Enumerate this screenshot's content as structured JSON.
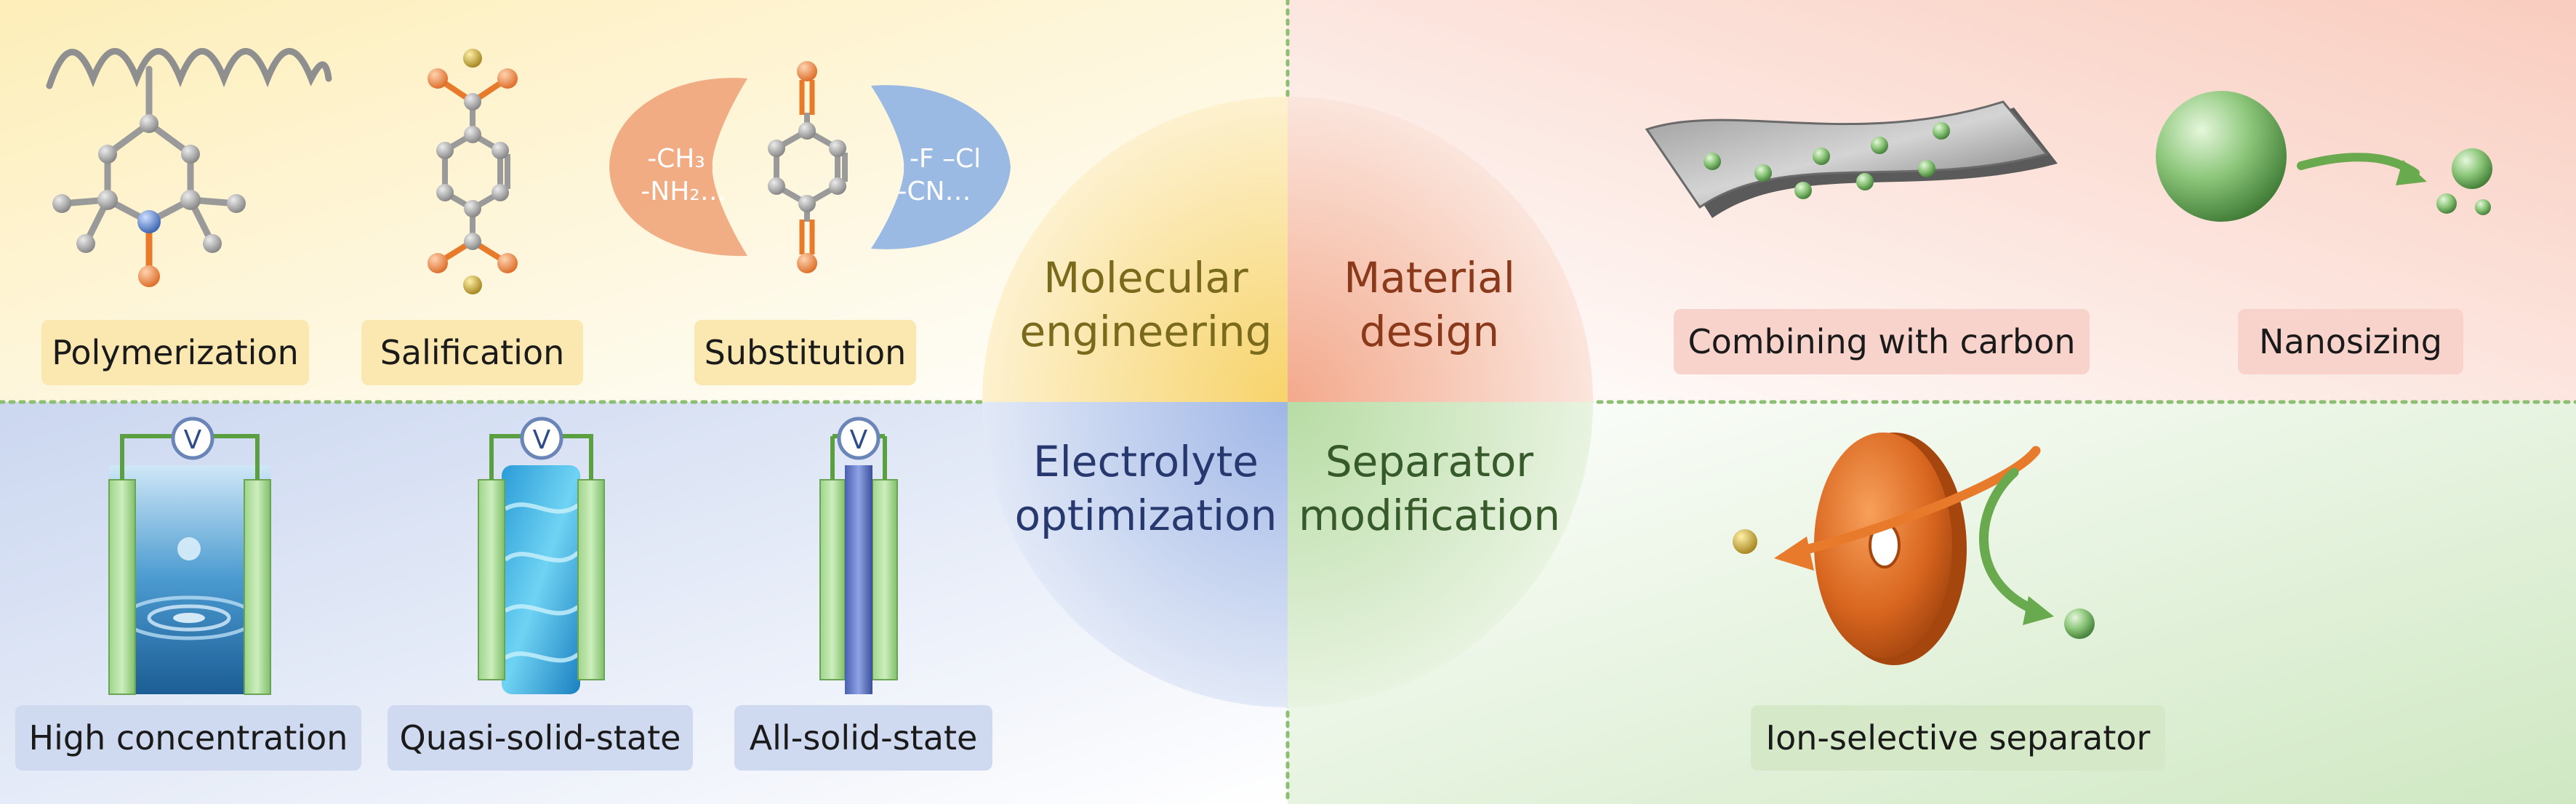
{
  "center": {
    "molecular": {
      "line1": "Molecular",
      "line2": "engineering",
      "color": "#7a6a1c"
    },
    "material": {
      "line1": "Material",
      "line2": "design",
      "color": "#8a3a1a"
    },
    "electrolyte": {
      "line1": "Electrolyte",
      "line2": "optimization",
      "color": "#26386e"
    },
    "separator": {
      "line1": "Separator",
      "line2": "modification",
      "color": "#365a2a"
    }
  },
  "labels": {
    "polymerization": "Polymerization",
    "salification": "Salification",
    "substitution": "Substitution",
    "combining_carbon": "Combining with carbon",
    "nanosizing": "Nanosizing",
    "high_concentration": "High concentration",
    "quasi_solid": "Quasi-solid-state",
    "all_solid": "All-solid-state",
    "ion_selective": "Ion-selective separator"
  },
  "substituents": {
    "left_line1": "-CH₃",
    "left_line2": "-NH₂…",
    "right_line1": "-F  –Cl",
    "right_line2": "-CN…"
  },
  "voltmeter": "V",
  "colors": {
    "yellow_bg": "#fdf2d6",
    "red_bg": "#fbe3dd",
    "blue_bg": "#dde5f5",
    "green_bg": "#e2f0d8",
    "orange_atom": "#e87a2c",
    "gold_atom": "#c9a020",
    "blue_atom": "#3c6fc4",
    "green_ball": "#8cc67a"
  }
}
